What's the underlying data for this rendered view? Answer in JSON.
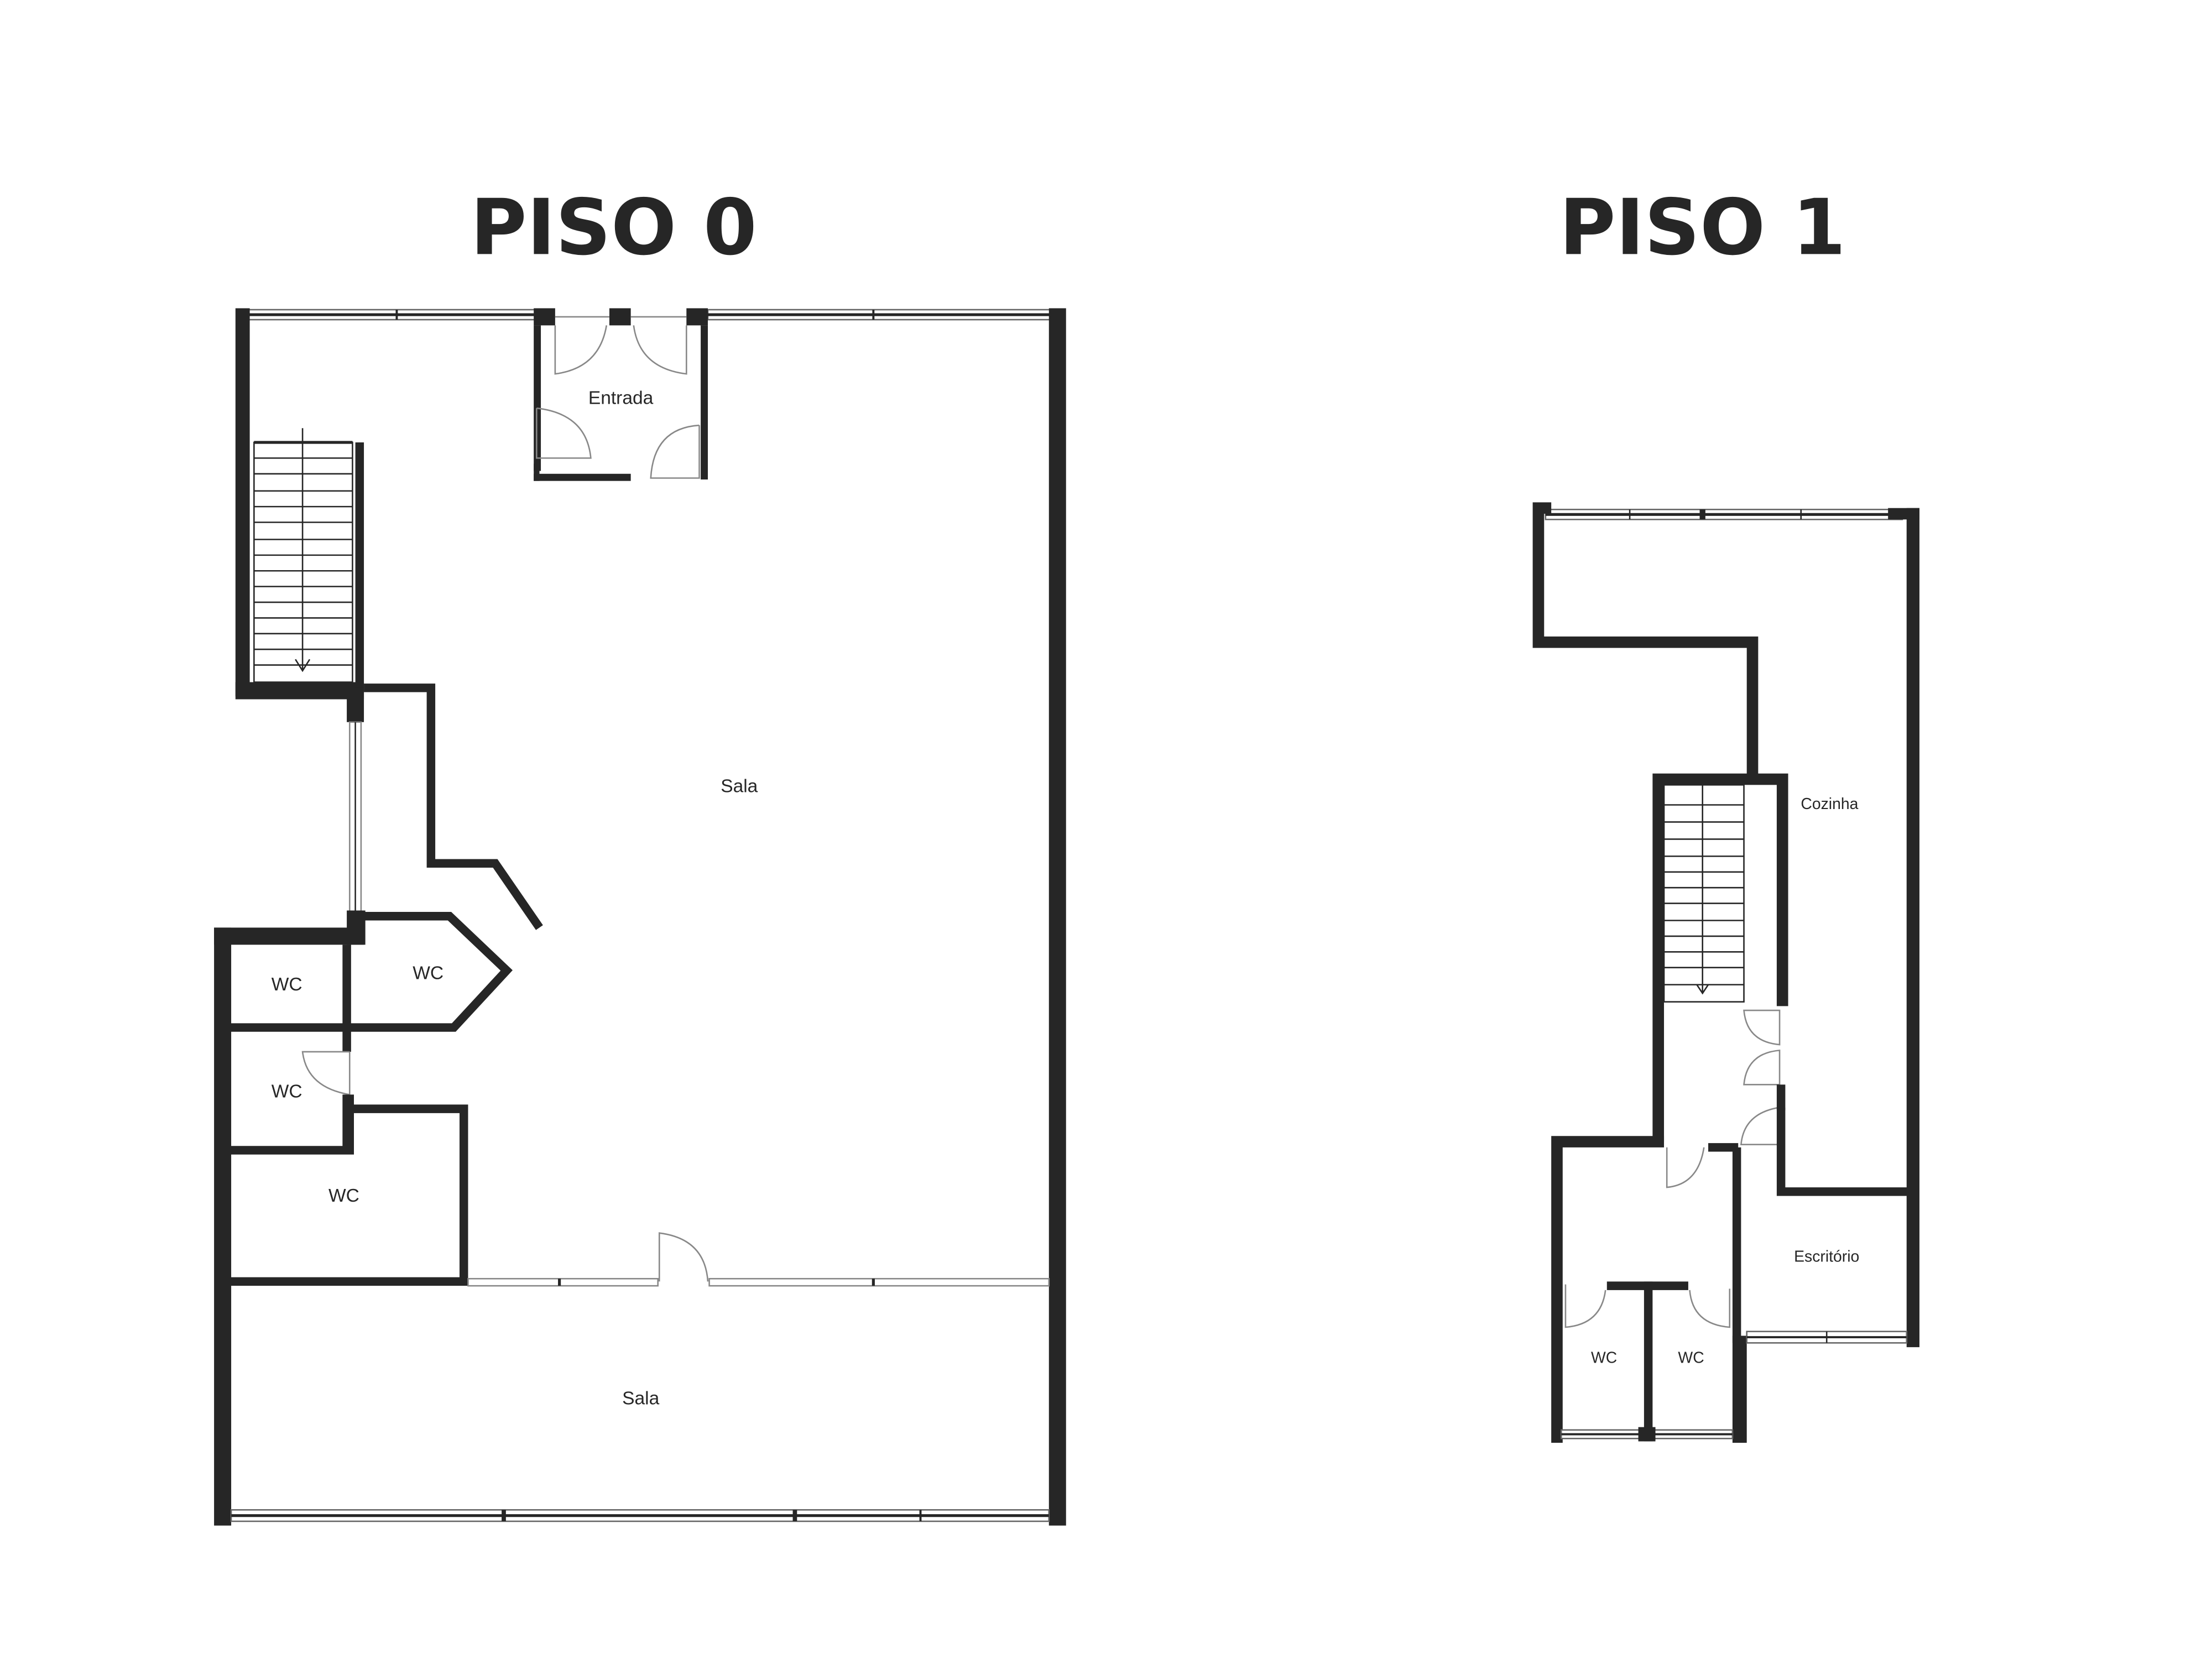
{
  "floors": [
    {
      "title": "PISO 0",
      "rooms": [
        {
          "label": "Entrada"
        },
        {
          "label": "Sala"
        },
        {
          "label": "WC"
        },
        {
          "label": "WC"
        },
        {
          "label": "WC"
        },
        {
          "label": "WC"
        },
        {
          "label": "Sala"
        }
      ]
    },
    {
      "title": "PISO 1",
      "rooms": [
        {
          "label": "Cozinha"
        },
        {
          "label": "Escritório"
        },
        {
          "label": "WC"
        },
        {
          "label": "WC"
        }
      ]
    }
  ],
  "colors": {
    "wall": "#262626",
    "background": "#ffffff",
    "window": "#777777"
  }
}
